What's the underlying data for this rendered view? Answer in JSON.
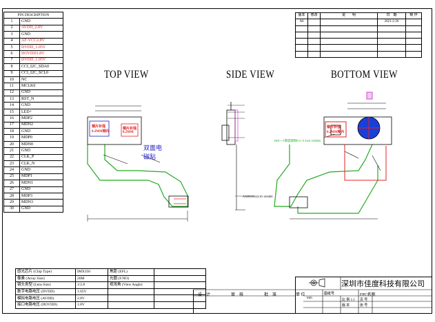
{
  "pin_table": {
    "header": "PIN DESCRIPTION",
    "rows": [
      {
        "num": "1",
        "name": "GND",
        "red": false
      },
      {
        "num": "2",
        "name": "AVDD_2.8V",
        "red": true
      },
      {
        "num": "3",
        "name": "GND",
        "red": false
      },
      {
        "num": "4",
        "name": "AF-VCC2.8V",
        "red": true
      },
      {
        "num": "5",
        "name": "DVDD_1.05V",
        "red": true
      },
      {
        "num": "6",
        "name": "DOVDD1.8V",
        "red": true
      },
      {
        "num": "7",
        "name": "DVDD_1.05V",
        "red": true
      },
      {
        "num": "8",
        "name": "CCI_I2C_SDA0",
        "red": false
      },
      {
        "num": "9",
        "name": "CCI_I2C_SCL0",
        "red": false
      },
      {
        "num": "10",
        "name": "NC",
        "red": false
      },
      {
        "num": "11",
        "name": "MCLK0",
        "red": false
      },
      {
        "num": "12",
        "name": "GND",
        "red": false
      },
      {
        "num": "13",
        "name": "RST_N",
        "red": false
      },
      {
        "num": "14",
        "name": "GND",
        "red": false
      },
      {
        "num": "15",
        "name": "LED+",
        "red": false
      },
      {
        "num": "16",
        "name": "MDP2",
        "red": false
      },
      {
        "num": "17",
        "name": "MDN2",
        "red": false
      },
      {
        "num": "18",
        "name": "GND",
        "red": false
      },
      {
        "num": "19",
        "name": "MDP0",
        "red": false
      },
      {
        "num": "20",
        "name": "MDN0",
        "red": false
      },
      {
        "num": "21",
        "name": "GND",
        "red": false
      },
      {
        "num": "22",
        "name": "CLK_P",
        "red": false
      },
      {
        "num": "23",
        "name": "CLK_N",
        "red": false
      },
      {
        "num": "24",
        "name": "GND",
        "red": false
      },
      {
        "num": "25",
        "name": "MDP1",
        "red": false
      },
      {
        "num": "26",
        "name": "MDN1",
        "red": false
      },
      {
        "num": "27",
        "name": "GND",
        "red": false
      },
      {
        "num": "28",
        "name": "MDP3",
        "red": false
      },
      {
        "num": "29",
        "name": "MDN3",
        "red": false
      },
      {
        "num": "30",
        "name": "GND",
        "red": false
      }
    ]
  },
  "views": {
    "top": "TOP VIEW",
    "side": "SIDE VIEW",
    "bottom": "BOTTOM VIEW"
  },
  "labels": {
    "stiffener_left": "钢片补强",
    "stiffener_left_sub": "0.2MM钢片",
    "stiffener_mid": "钢片补强",
    "stiffener_mid_sub": "0.2MM",
    "double_tape": "双面电",
    "double_tape_2": "磁贴",
    "side_part": "AXE830124/10-140400",
    "bottom_stiffener": "钢片补强",
    "bottom_stiffener_sub": "0.2MM钢片",
    "bottom_note": "RDC+T厚度限制0.5~0.35(0.35MM)"
  },
  "revision": {
    "headers": [
      "版本",
      "修改",
      "说　　明",
      "日　期",
      "制 作"
    ],
    "rows": [
      [
        "A0",
        "",
        "",
        "2021-2-26",
        ""
      ],
      [
        "",
        "",
        "",
        "",
        ""
      ],
      [
        "",
        "",
        "",
        "",
        ""
      ],
      [
        "",
        "",
        "",
        "",
        ""
      ],
      [
        "",
        "",
        "",
        "",
        ""
      ],
      [
        "",
        "",
        "",
        "",
        ""
      ]
    ]
  },
  "spec": [
    {
      "k": "感光芯片 (Chip Type)",
      "v": "IMX350",
      "k2": "焦距 (EFL)",
      "v2": ""
    },
    {
      "k": "像素 (Array Size)",
      "v": "20M",
      "k2": "光圈 (F.NO)",
      "v2": ""
    },
    {
      "k": "镜头类型 (Lens Size)",
      "v": "1/2.8",
      "k2": "视场角 (View Angle)",
      "v2": ""
    },
    {
      "k": "数字电路电压 (DVDD)",
      "v": "1.05V",
      "k2": "",
      "v2": ""
    },
    {
      "k": "模拟电路电压 (AVDD)",
      "v": "2.8V",
      "k2": "",
      "v2": ""
    },
    {
      "k": "接口电路电压 (DOVDD)",
      "v": "1.8V",
      "k2": "",
      "v2": ""
    }
  ],
  "signoff": [
    "设　计",
    "审　核",
    "批　准"
  ],
  "title_block": {
    "company": "深圳市佳度科技有限公司",
    "unit_label": "单 位",
    "unit_value": "mm",
    "drawing_no_label": "图纸号",
    "fpc_label": "FPC名称",
    "scale_label": "比 例 1:1",
    "page_label": "页 号",
    "version_label": "版 本",
    "sheet_label": "张 号"
  },
  "colors": {
    "green": "#22aa22",
    "red": "#e02020",
    "blue": "#1a3fd8",
    "navy": "#1c1cc0",
    "magenta": "#cc22cc"
  }
}
